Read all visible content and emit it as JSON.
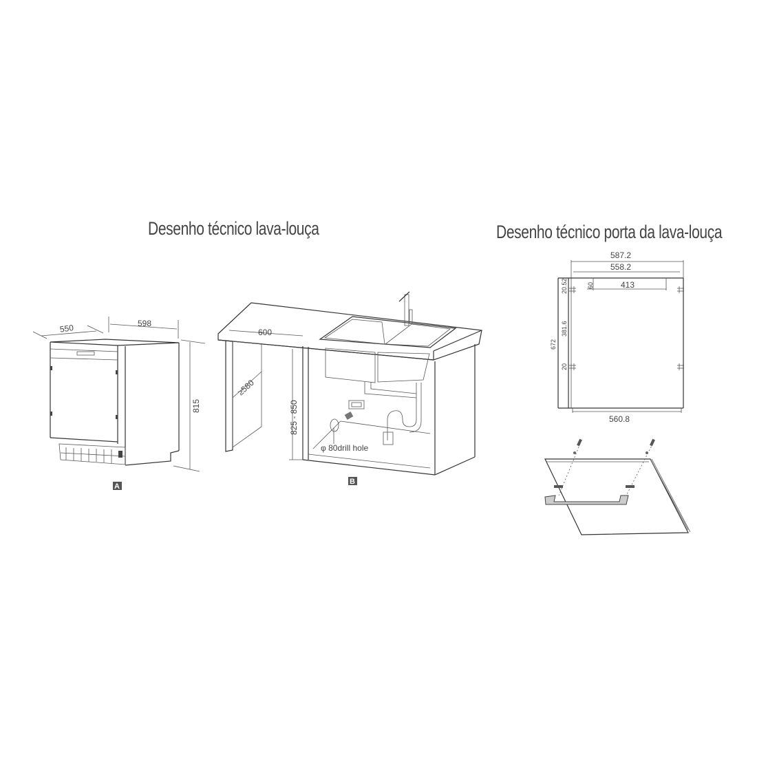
{
  "titles": {
    "left": "Desenho técnico lava-louça",
    "right": "Desenho técnico porta da lava-louça"
  },
  "figure_a": {
    "label": "A",
    "dimensions": {
      "depth": "550",
      "width": "598",
      "height": "815"
    }
  },
  "figure_b": {
    "label": "B",
    "dimensions": {
      "width": "600",
      "depth": "≥580",
      "height": "825 - 850"
    },
    "annotation": "φ 80drill hole"
  },
  "door_drawing": {
    "dimensions": {
      "outer_width": "587.2",
      "inner_width": "558.2",
      "handle_span": "413",
      "top_offset": "60",
      "bottom_width": "560.8",
      "height": "672",
      "top_margin": "20.52",
      "bracket_spacing": "381.6",
      "bracket_height": "20"
    }
  }
}
